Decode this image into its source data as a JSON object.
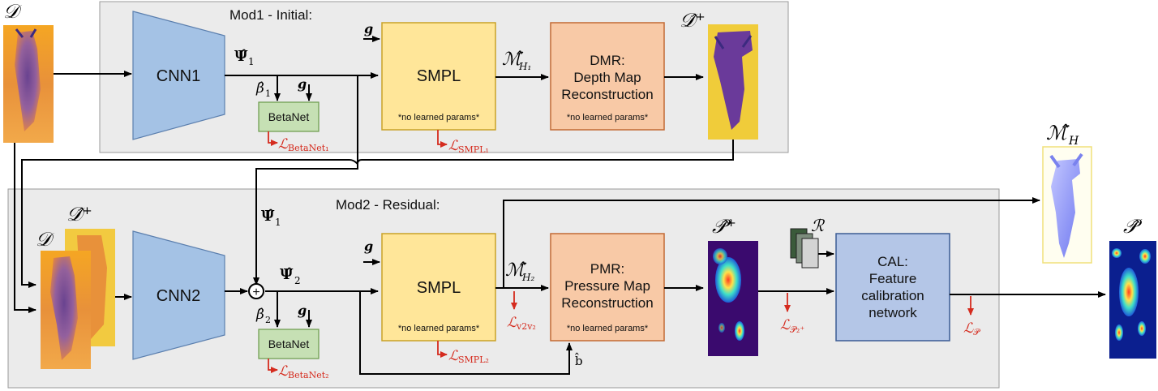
{
  "modules": {
    "mod1": {
      "title": "Mod1 - Initial:"
    },
    "mod2": {
      "title": "Mod2 - Residual:"
    }
  },
  "blocks": {
    "cnn1": "CNN1",
    "cnn2": "CNN2",
    "smpl1": {
      "title": "SMPL",
      "note": "*no learned params*"
    },
    "smpl2": {
      "title": "SMPL",
      "note": "*no learned params*"
    },
    "betanet1": "BetaNet",
    "betanet2": "BetaNet",
    "dmr": {
      "line1": "DMR:",
      "line2": "Depth Map",
      "line3": "Reconstruction",
      "note": "*no learned params*"
    },
    "pmr": {
      "line1": "PMR:",
      "line2": "Pressure Map",
      "line3": "Reconstruction",
      "note": "*no learned params*"
    },
    "cal": {
      "line1": "CAL:",
      "line2": "Feature",
      "line3": "calibration",
      "line4": "network"
    }
  },
  "symbols": {
    "D": "𝒟",
    "D_hat_plus": "𝒟̂⁺",
    "P_hat_plus": "𝒫̂⁺",
    "P_hat": "𝒫̂",
    "M_hat_H": "ℳ̂",
    "M_hat_H_sub": "H",
    "M_hat_H1": "ℳ̂",
    "M_hat_H1_sub": "H₁",
    "M_hat_H2": "ℳ̂",
    "M_hat_H2_sub": "H₂",
    "psi1": "𝚿̂",
    "psi1_sub": "1",
    "psi1_mid": "𝚿̂",
    "psi1_mid_sub": "1",
    "psi2": "𝚿̂",
    "psi2_sub": "2",
    "beta1": "β̂",
    "beta1_sub": "1",
    "beta2": "β̂",
    "beta2_sub": "2",
    "g": "g",
    "R": "ℛ",
    "b_hat": "b̂",
    "plus": "+"
  },
  "losses": {
    "betanet1": {
      "main": "ℒ",
      "sub": "BetaNet₁"
    },
    "smpl1": {
      "main": "ℒ",
      "sub": "SMPL₁"
    },
    "betanet2": {
      "main": "ℒ",
      "sub": "BetaNet₂"
    },
    "smpl2": {
      "main": "ℒ",
      "sub": "SMPL₂"
    },
    "v2v2": {
      "main": "ℒ",
      "sub": "v2v₂"
    },
    "p2plus": {
      "main": "ℒ",
      "sub": "𝒫₂⁺"
    },
    "p": {
      "main": "ℒ",
      "sub": "𝒫"
    }
  },
  "colors": {
    "module_bg": "#ebebeb",
    "cnn": "#a4c2e5",
    "smpl": "#ffe699",
    "dmr": "#f8c9a6",
    "betanet": "#c6e0b4",
    "cal": "#b4c6e7",
    "loss_red": "#d52b1e"
  }
}
